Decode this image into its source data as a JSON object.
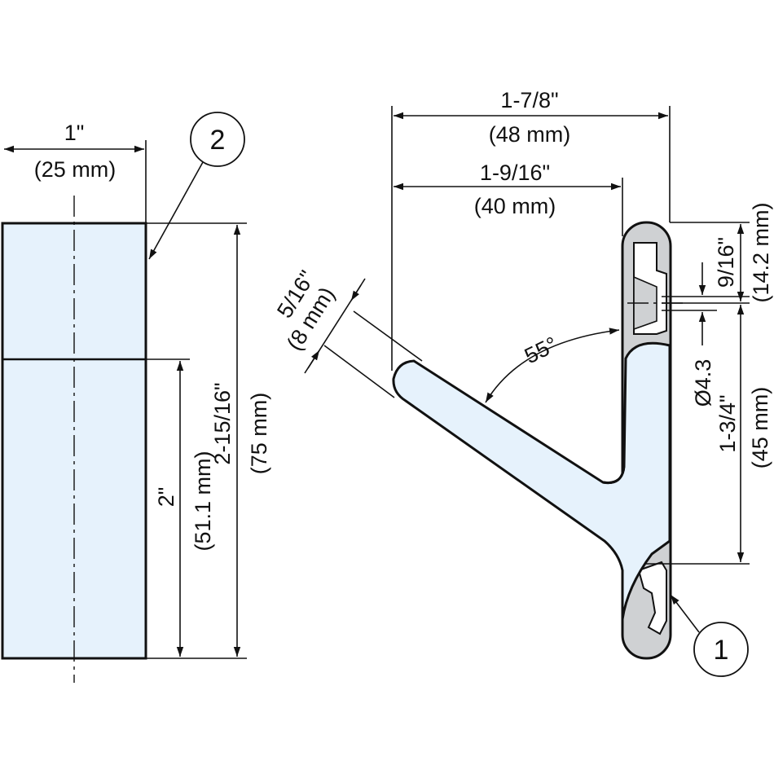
{
  "colors": {
    "part_fill": "#e6f2fc",
    "base_fill": "#cfd1d3",
    "line": "#111111"
  },
  "front_view": {
    "width_in": "1\"",
    "width_mm": "(25 mm)",
    "lower_height_in": "2\"",
    "lower_height_mm": "(51.1 mm)",
    "total_height_in": "2-15/16\"",
    "total_height_mm": "(75 mm)"
  },
  "side_view": {
    "depth_in": "1-7/8\"",
    "depth_mm": "(48 mm)",
    "reach_in": "1-9/16\"",
    "reach_mm": "(40 mm)",
    "arm_thickness_in": "5/16\"",
    "arm_thickness_mm": "(8 mm)",
    "angle": "55°",
    "hole_diameter": "Ø4.3",
    "top_offset_in": "9/16\"",
    "top_offset_mm": "(14.2 mm)",
    "hole_spacing_in": "1-3/4\"",
    "hole_spacing_mm": "(45 mm)"
  },
  "callouts": {
    "item_1": "1",
    "item_2": "2"
  }
}
